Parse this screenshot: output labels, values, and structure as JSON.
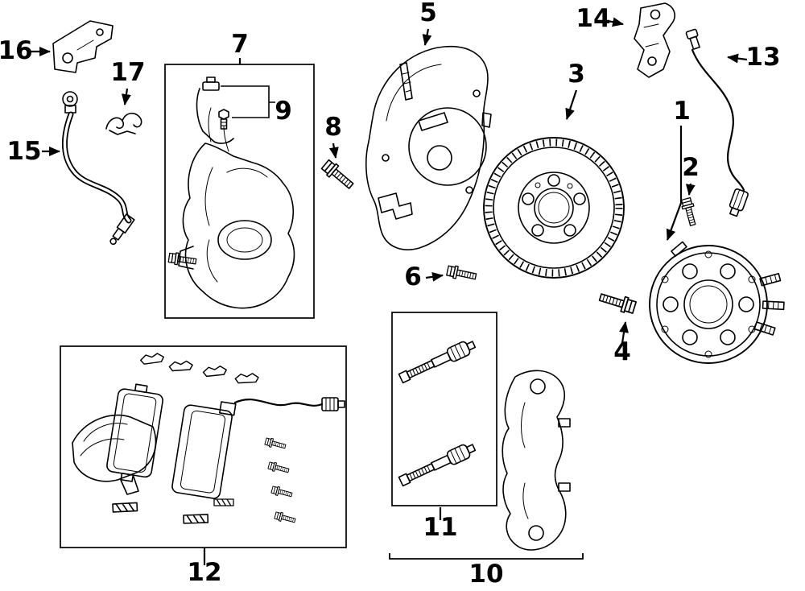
{
  "diagram": {
    "colors": {
      "line": "#000000",
      "background": "#ffffff"
    },
    "part_labels": [
      "1",
      "2",
      "3",
      "4",
      "5",
      "6",
      "7",
      "8",
      "9",
      "10",
      "11",
      "12",
      "13",
      "14",
      "15",
      "16",
      "17"
    ]
  }
}
